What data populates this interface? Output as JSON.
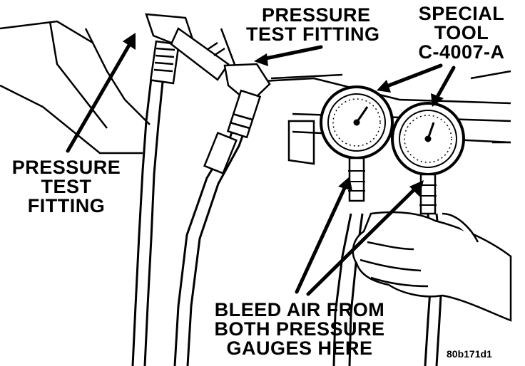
{
  "labels": {
    "pressure_test_fitting_top": [
      "PRESSURE",
      "TEST FITTING"
    ],
    "special_tool": [
      "SPECIAL",
      "TOOL",
      "C-4007-A"
    ],
    "pressure_test_fitting_left": [
      "PRESSURE",
      "TEST",
      "FITTING"
    ],
    "bleed_air": [
      "BLEED AIR FROM",
      "BOTH PRESSURE",
      "GAUGES HERE"
    ],
    "figure_code": "80b171d1"
  }
}
